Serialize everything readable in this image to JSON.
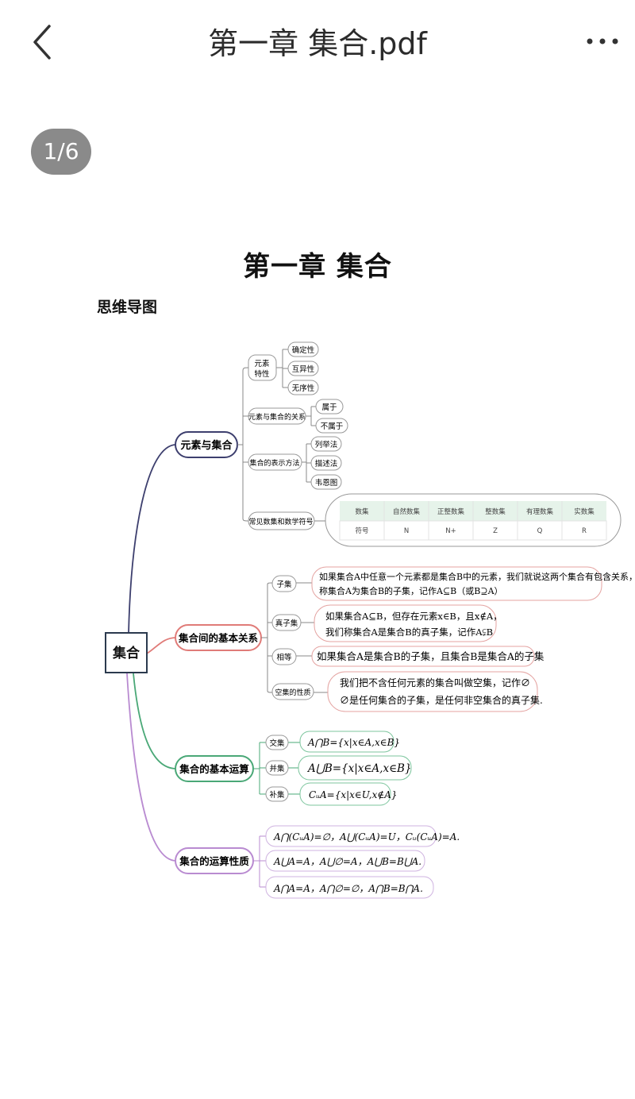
{
  "topbar": {
    "title": "第一章 集合.pdf",
    "back_icon": "chevron-left-icon",
    "more_icon": "more-dots-icon"
  },
  "pager": "1/6",
  "document": {
    "heading": "第一章 集合",
    "subheading": "思维导图",
    "mindmap": {
      "root": "集合",
      "branches": {
        "b1": {
          "label": "元素与集合",
          "feature": {
            "label_line1": "元素",
            "label_line2": "特性",
            "items": [
              "确定性",
              "互异性",
              "无序性"
            ]
          },
          "relation": {
            "label": "元素与集合的关系",
            "items": [
              "属于",
              "不属于"
            ]
          },
          "representation": {
            "label": "集合的表示方法",
            "items": [
              "列举法",
              "描述法",
              "韦恩图"
            ]
          },
          "common_sets": {
            "label": "常见数集和数学符号",
            "header": [
              "数集",
              "自然数集",
              "正整数集",
              "整数集",
              "有理数集",
              "实数集"
            ],
            "row": [
              "符号",
              "N",
              "N+",
              "Z",
              "Q",
              "R"
            ]
          }
        },
        "b2": {
          "label": "集合间的基本关系",
          "subset": {
            "label": "子集",
            "line1": "如果集合A中任意一个元素都是集合B中的元素，我们就说这两个集合有包含关系，",
            "line2": "称集合A为集合B的子集，记作A⊆B（或B⊇A）"
          },
          "proper": {
            "label": "真子集",
            "line1": "如果集合A⊆B，但存在元素x∈B，且x∉A，",
            "line2": "我们称集合A是集合B的真子集，记作A⫋B"
          },
          "equal": {
            "label": "相等",
            "line1": "如果集合A是集合B的子集，且集合B是集合A的子集"
          },
          "empty": {
            "label": "空集的性质",
            "line1": "我们把不含任何元素的集合叫做空集，记作∅",
            "line2": "∅是任何集合的子集，是任何非空集合的真子集."
          }
        },
        "b3": {
          "label": "集合的基本运算",
          "intersection": {
            "label": "交集",
            "formula": "A⋂B={x|x∈A,x∈B}"
          },
          "union": {
            "label": "并集",
            "formula": "A⋃B={x|x∈A,x∈B}"
          },
          "complement": {
            "label": "补集",
            "formula": "CᵤA={x|x∈U,x∉A}"
          }
        },
        "b4": {
          "label": "集合的运算性质",
          "rows": [
            "A⋂(CᵤA)=∅，A⋃(CᵤA)=U，Cᵤ(CᵤA)=A.",
            "A⋃A=A，A⋃∅=A，A⋃B=B⋃A.",
            "A⋂A=A，A⋂∅=∅，A⋂B=B⋂A."
          ]
        }
      }
    }
  },
  "colors": {
    "b1": "#3d3f6e",
    "b2": "#e07b78",
    "b3": "#4aa877",
    "b4": "#b98bd1",
    "root": "#2b3a4e",
    "leaf_border": "#888888"
  }
}
